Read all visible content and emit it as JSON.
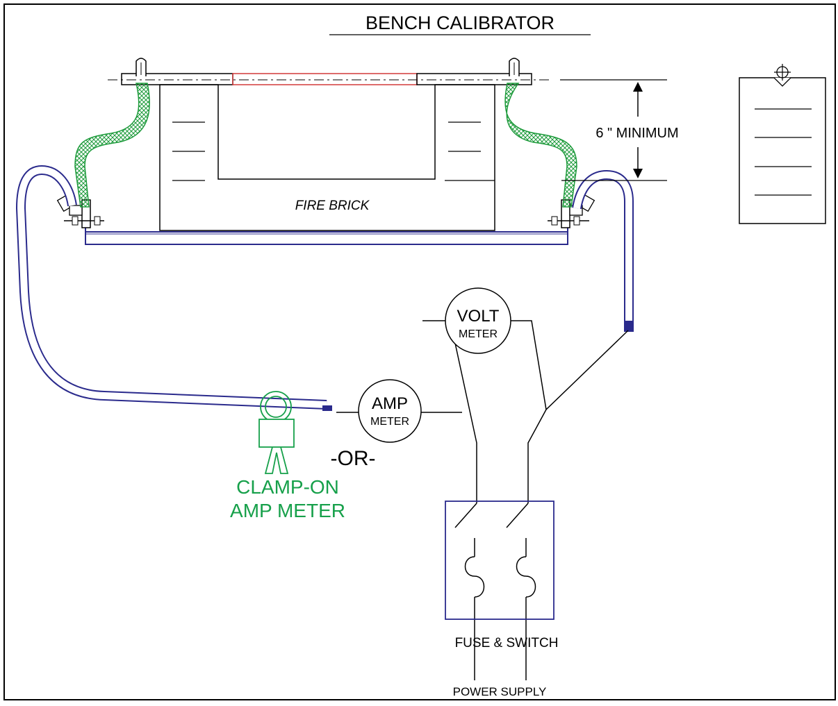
{
  "title": "BENCH CALIBRATOR",
  "labels": {
    "fire_brick": "FIRE BRICK",
    "minimum": "6 \" MINIMUM",
    "volt_top": "VOLT",
    "volt_bottom": "METER",
    "amp_top": "AMP",
    "amp_bottom": "METER",
    "or": "-OR-",
    "clamp_line1": "CLAMP-ON",
    "clamp_line2": "AMP METER",
    "fuse_switch": "FUSE & SWITCH",
    "power_supply": "POWER SUPPLY"
  },
  "colors": {
    "line": "#000000",
    "cable": "#2a2a8c",
    "braid": "#1c9a3a",
    "element": "#d23a3a",
    "clamp": "#16a04a"
  }
}
